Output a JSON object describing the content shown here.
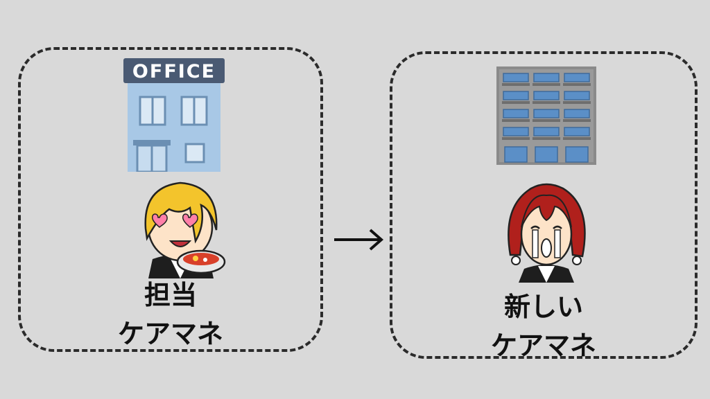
{
  "left_panel": {
    "building_sign": "OFFICE",
    "caption_line1": "担当",
    "caption_line2": "ケアマネ"
  },
  "right_panel": {
    "caption_line1": "新しい",
    "caption_line2": "ケアマネ"
  },
  "colors": {
    "background": "#d9d9d9",
    "border": "#2b2b2b",
    "office_blue": "#a8c8e6",
    "sign_navy": "#4a5a73",
    "apartment_gray": "#8a8a8a",
    "window_blue": "#5b8fc7",
    "hair_blonde": "#f3c42c",
    "hair_red": "#b0201c"
  },
  "icons": [
    "office-building-icon",
    "apartment-building-icon",
    "blond-character-icon",
    "red-haired-character-icon",
    "right-arrow-icon"
  ]
}
